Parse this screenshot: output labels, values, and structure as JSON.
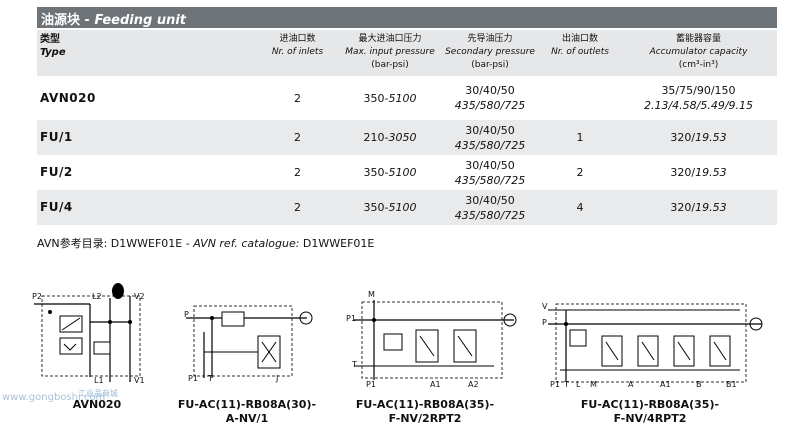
{
  "title": {
    "cn": "油源块",
    "en": "- Feeding unit"
  },
  "table": {
    "headers": [
      {
        "cn": "类型",
        "en": "Type",
        "unit": ""
      },
      {
        "cn": "进油口数",
        "en": "Nr. of inlets",
        "unit": ""
      },
      {
        "cn": "最大进油口压力",
        "en": "Max. input pressure",
        "unit": "(bar-psi)"
      },
      {
        "cn": "先导油压力",
        "en": "Secondary pressure",
        "unit": "(bar-psi)"
      },
      {
        "cn": "出油口数",
        "en": "Nr. of outlets",
        "unit": ""
      },
      {
        "cn": "蓄能器容量",
        "en": "Accumulator capacity",
        "unit": "(cm³-in³)"
      }
    ],
    "rows": [
      {
        "type": "AVN020",
        "inlets": "2",
        "pressure_bar": "350-",
        "pressure_psi": "5100",
        "sec_bar": "30/40/50",
        "sec_psi": "435/580/725",
        "outlets": "",
        "acc_cm": "35/75/90/150",
        "acc_in": "2.13/4.58/5.49/9.15"
      },
      {
        "type": "FU/1",
        "inlets": "2",
        "pressure_bar": "210-",
        "pressure_psi": "3050",
        "sec_bar": "30/40/50",
        "sec_psi": "435/580/725",
        "outlets": "1",
        "acc_cm": "320/",
        "acc_in": "19.53"
      },
      {
        "type": "FU/2",
        "inlets": "2",
        "pressure_bar": "350-",
        "pressure_psi": "5100",
        "sec_bar": "30/40/50",
        "sec_psi": "435/580/725",
        "outlets": "2",
        "acc_cm": "320/",
        "acc_in": "19.53"
      },
      {
        "type": "FU/4",
        "inlets": "2",
        "pressure_bar": "350-",
        "pressure_psi": "5100",
        "sec_bar": "30/40/50",
        "sec_psi": "435/580/725",
        "outlets": "4",
        "acc_cm": "320/",
        "acc_in": "19.53"
      }
    ]
  },
  "catalogue": {
    "prefix": "AVN参考目录: D1WWEF01E - ",
    "en": "AVN ref. catalogue:",
    "code": " D1WWEF01E"
  },
  "diagrams": [
    {
      "caption": "AVN020",
      "ports": [
        "P2",
        "L2",
        "V2",
        "L1",
        "V1"
      ]
    },
    {
      "caption": "FU-AC(11)-RB08A(30)-\nA-NV/1",
      "ports": [
        "P",
        "P1",
        "T",
        "J"
      ]
    },
    {
      "caption": "FU-AC(11)-RB08A(35)-\nF-NV/2RPT2",
      "ports": [
        "M",
        "P1",
        "T",
        "P1",
        "A1",
        "A2"
      ]
    },
    {
      "caption": "FU-AC(11)-RB08A(35)-\nF-NV/4RPT2",
      "ports": [
        "V",
        "P",
        "P1",
        "T",
        "L",
        "M",
        "A",
        "A1",
        "B",
        "B1"
      ]
    }
  ],
  "watermark": {
    "en": "www.gongboshi.com",
    "cn": "工业品商城"
  },
  "colors": {
    "title_bg": "#6e7378",
    "row_shade": "#e9eaec"
  }
}
